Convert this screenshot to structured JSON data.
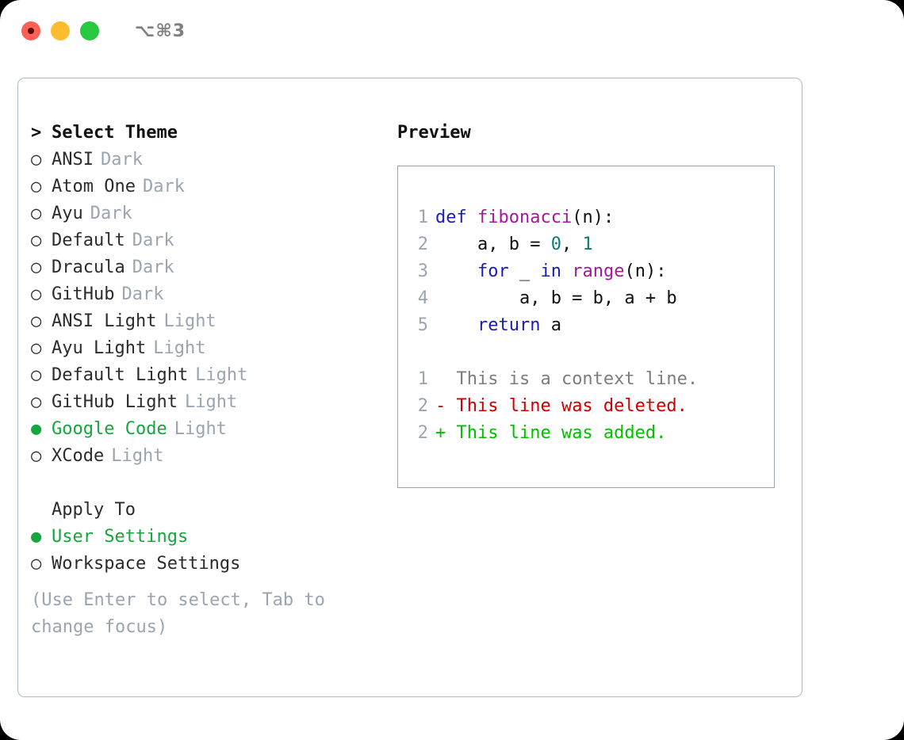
{
  "window": {
    "title": "⌥⌘3",
    "traffic_lights": [
      {
        "name": "close-button",
        "color": "#ff5f57"
      },
      {
        "name": "minimize-button",
        "color": "#febc2e"
      },
      {
        "name": "maximize-button",
        "color": "#28c840"
      }
    ]
  },
  "theme_picker": {
    "header": {
      "marker": ">",
      "label": "Select Theme"
    },
    "items": [
      {
        "marker": "○",
        "label": "ANSI",
        "kind": "Dark",
        "selected": false
      },
      {
        "marker": "○",
        "label": "Atom One",
        "kind": "Dark",
        "selected": false
      },
      {
        "marker": "○",
        "label": "Ayu",
        "kind": "Dark",
        "selected": false
      },
      {
        "marker": "○",
        "label": "Default",
        "kind": "Dark",
        "selected": false
      },
      {
        "marker": "○",
        "label": "Dracula",
        "kind": "Dark",
        "selected": false
      },
      {
        "marker": "○",
        "label": "GitHub",
        "kind": "Dark",
        "selected": false
      },
      {
        "marker": "○",
        "label": "ANSI Light",
        "kind": "Light",
        "selected": false
      },
      {
        "marker": "○",
        "label": "Ayu Light",
        "kind": "Light",
        "selected": false
      },
      {
        "marker": "○",
        "label": "Default Light",
        "kind": "Light",
        "selected": false
      },
      {
        "marker": "○",
        "label": "GitHub Light",
        "kind": "Light",
        "selected": false
      },
      {
        "marker": "●",
        "label": "Google Code",
        "kind": "Light",
        "selected": true
      },
      {
        "marker": "○",
        "label": "XCode",
        "kind": "Light",
        "selected": false
      }
    ]
  },
  "apply_to": {
    "header": {
      "marker": "",
      "label": "Apply To"
    },
    "options": [
      {
        "marker": "●",
        "label": "User Settings",
        "selected": true
      },
      {
        "marker": "○",
        "label": "Workspace Settings",
        "selected": false
      }
    ]
  },
  "hint": "(Use Enter to select, Tab to change focus)",
  "preview": {
    "title": "Preview",
    "code_lines": [
      {
        "num": "1",
        "tokens": [
          {
            "t": "def ",
            "c": "kw"
          },
          {
            "t": "fibonacci",
            "c": "fn"
          },
          {
            "t": "(n):",
            "c": "plain"
          }
        ]
      },
      {
        "num": "2",
        "tokens": [
          {
            "t": "    a, b = ",
            "c": "plain"
          },
          {
            "t": "0",
            "c": "num"
          },
          {
            "t": ", ",
            "c": "plain"
          },
          {
            "t": "1",
            "c": "num"
          }
        ]
      },
      {
        "num": "3",
        "tokens": [
          {
            "t": "    ",
            "c": "plain"
          },
          {
            "t": "for",
            "c": "kw"
          },
          {
            "t": " _ ",
            "c": "plain"
          },
          {
            "t": "in",
            "c": "kw"
          },
          {
            "t": " ",
            "c": "plain"
          },
          {
            "t": "range",
            "c": "fn"
          },
          {
            "t": "(n):",
            "c": "plain"
          }
        ]
      },
      {
        "num": "4",
        "tokens": [
          {
            "t": "        a, b = b, a + b",
            "c": "plain"
          }
        ]
      },
      {
        "num": "5",
        "tokens": [
          {
            "t": "    ",
            "c": "plain"
          },
          {
            "t": "return",
            "c": "kw"
          },
          {
            "t": " a",
            "c": "plain"
          }
        ]
      }
    ],
    "diff_lines": [
      {
        "num": "1",
        "marker": " ",
        "text": " This is a context line.",
        "kind": "context"
      },
      {
        "num": "2",
        "marker": "-",
        "text": " This line was deleted.",
        "kind": "deleted"
      },
      {
        "num": "2",
        "marker": "+",
        "text": " This line was added.",
        "kind": "added"
      }
    ]
  },
  "colors": {
    "accent_green": "#16a63f",
    "muted": "#9aa5b1",
    "keyword": "#1b1bb8",
    "function": "#a2189b",
    "number": "#0f7a72",
    "diff_deleted": "#cc0000",
    "diff_added": "#00c000",
    "border": "#b0bac6"
  }
}
